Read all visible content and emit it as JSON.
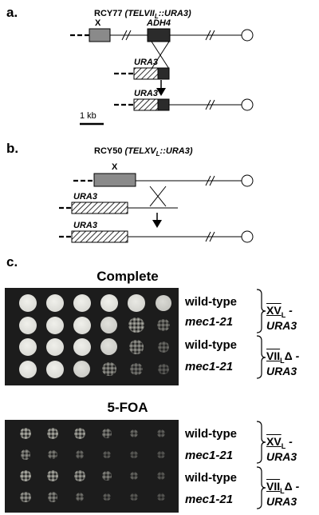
{
  "panel_a": {
    "letter": "a.",
    "strain": "RCY77",
    "genotype_prefix": "(TELVII",
    "genotype_sub": "L",
    "genotype_suffix": "::URA3)",
    "label_x": "X",
    "label_adh4": "ADH4",
    "label_ura3_top": "URA3",
    "label_ura3_bottom": "URA3",
    "scale": "1 kb"
  },
  "panel_b": {
    "letter": "b.",
    "strain": "RCY50",
    "genotype_prefix": "(TELXV",
    "genotype_sub": "L",
    "genotype_suffix": "::URA3)",
    "label_x": "X",
    "label_ura3_top": "URA3",
    "label_ura3_bottom": "URA3"
  },
  "panel_c": {
    "letter": "c.",
    "plates": [
      {
        "title": "Complete",
        "rows": [
          {
            "strain": "wild-type",
            "growth": [
              1,
              1,
              1,
              1,
              0.95,
              0.85
            ]
          },
          {
            "strain": "mec1-21",
            "growth": [
              1,
              1,
              1,
              0.9,
              0.7,
              0.35
            ]
          },
          {
            "strain": "wild-type",
            "growth": [
              1,
              1,
              1,
              0.9,
              0.55,
              0.2
            ]
          },
          {
            "strain": "mec1-21",
            "growth": [
              1,
              1,
              0.9,
              0.55,
              0.3,
              0.1
            ]
          }
        ],
        "groups": [
          {
            "chrom": "XV",
            "sub": "L",
            "delta": "",
            "marker": "- URA3"
          },
          {
            "chrom": "VII",
            "sub": "L",
            "delta": "Δ",
            "marker": "- URA3"
          }
        ]
      },
      {
        "title": "5-FOA",
        "rows": [
          {
            "strain": "wild-type",
            "growth": [
              0.8,
              0.75,
              0.7,
              0.4,
              0.2,
              0.1
            ]
          },
          {
            "strain": "mec1-21",
            "growth": [
              0.5,
              0.35,
              0.2,
              0.08,
              0.05,
              0.02
            ]
          },
          {
            "strain": "wild-type",
            "growth": [
              0.8,
              0.75,
              0.65,
              0.4,
              0.15,
              0.05
            ]
          },
          {
            "strain": "mec1-21",
            "growth": [
              0.6,
              0.45,
              0.25,
              0.1,
              0.05,
              0.02
            ]
          }
        ],
        "groups": [
          {
            "chrom": "XV",
            "sub": "L",
            "delta": "",
            "marker": "- URA3"
          },
          {
            "chrom": "VII",
            "sub": "L",
            "delta": "Δ",
            "marker": "- URA3"
          }
        ]
      }
    ]
  }
}
